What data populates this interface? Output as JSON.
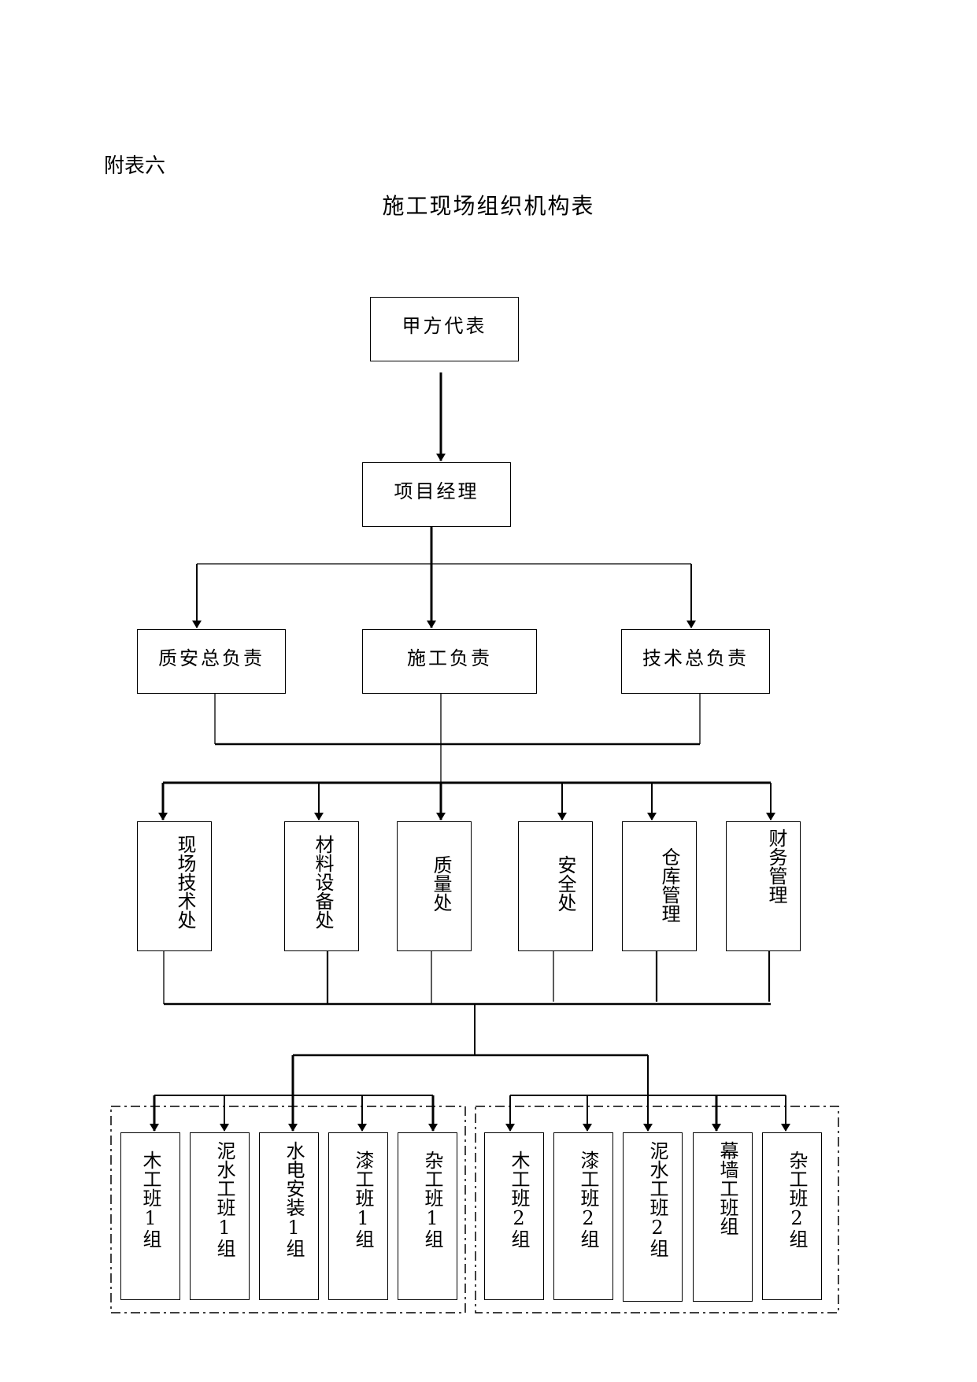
{
  "caption": "附表六",
  "title": "施工现场组织机构表",
  "nodes": {
    "client_rep": "甲方代表",
    "project_manager": "项目经理",
    "quality_safety_lead": "质安总负责",
    "construction_lead": "施工负责",
    "technical_lead": "技术总负责",
    "departments": [
      "现场技术处",
      "材料设备处",
      "质量处",
      "安全处",
      "仓库管理",
      "财务管理"
    ],
    "team_group1": [
      "木工班1组",
      "泥水工班1组",
      "水电安装1组",
      "漆工班1组",
      "杂工班1组"
    ],
    "team_group2": [
      "木工班2组",
      "漆工班2组",
      "泥水工班2组",
      "幕墙工班组",
      "杂工班2组"
    ]
  }
}
